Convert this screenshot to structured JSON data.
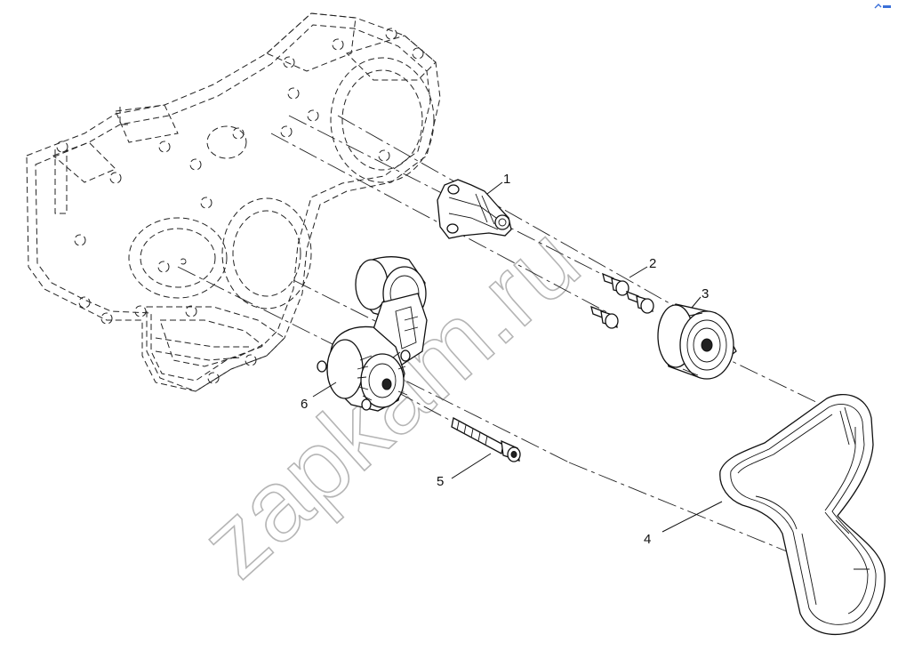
{
  "watermark": "zapkam.ru",
  "callouts": [
    {
      "id": "1",
      "label": "1"
    },
    {
      "id": "2",
      "label": "2"
    },
    {
      "id": "3",
      "label": "3"
    },
    {
      "id": "4",
      "label": "4"
    },
    {
      "id": "5",
      "label": "5"
    },
    {
      "id": "6",
      "label": "6"
    }
  ],
  "icons": {
    "corner": "logo-mark-icon"
  },
  "colors": {
    "line": "#111111",
    "watermark": "#b5b5b5",
    "corner_icon": "#3a6fd8"
  }
}
